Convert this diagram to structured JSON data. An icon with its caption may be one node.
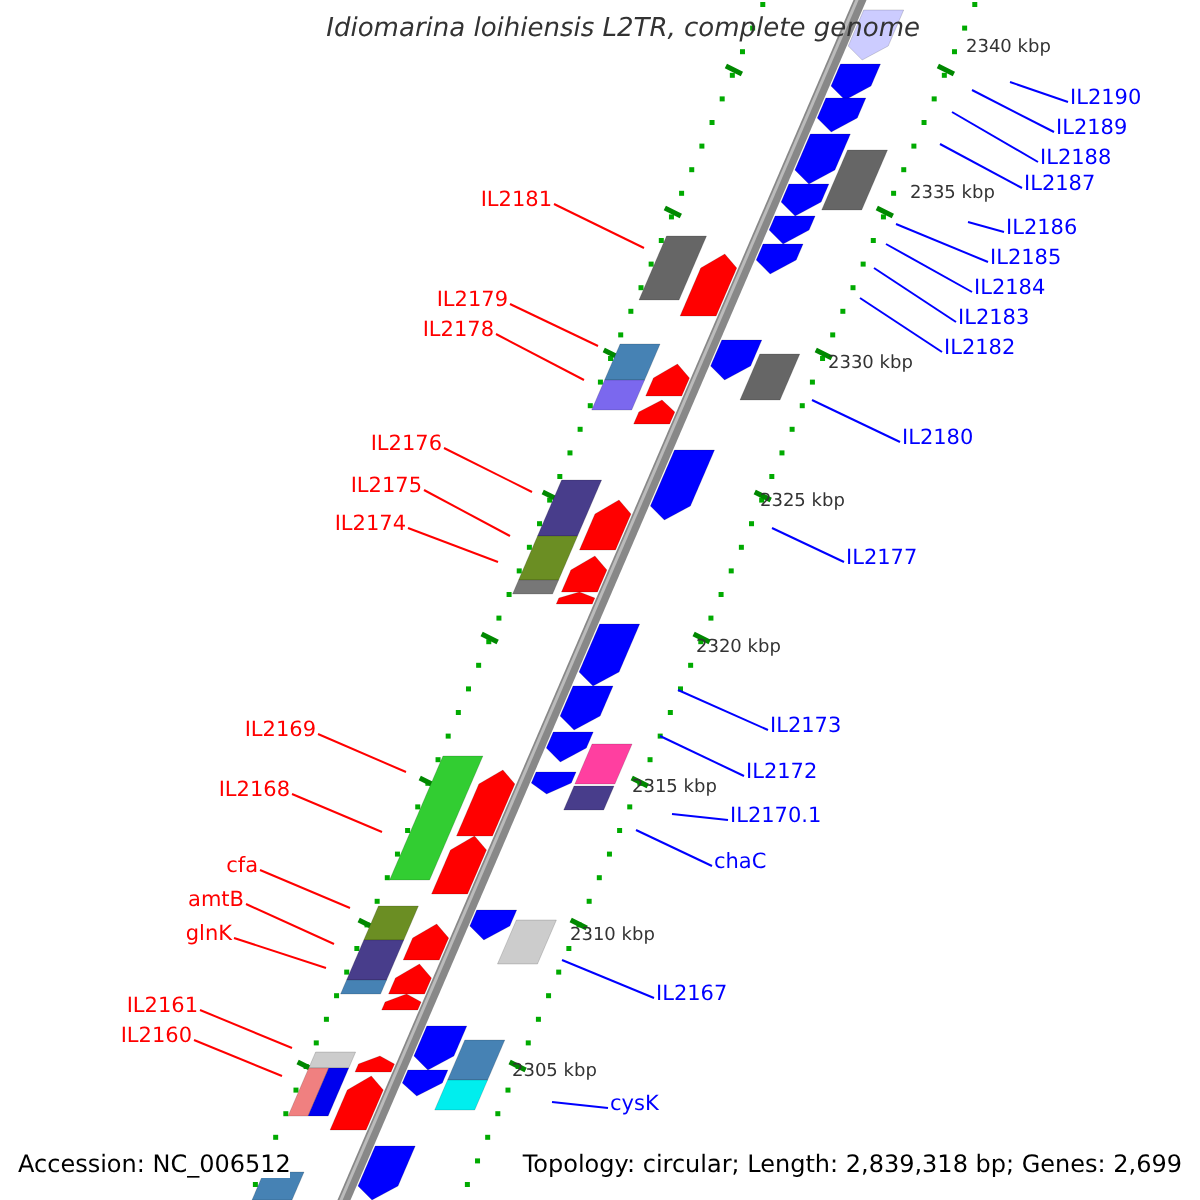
{
  "diagram": {
    "title": "Idiomarina loihiensis L2TR, complete genome",
    "nodes": [
      {
        "text": [
          "IL2190"
        ]
      },
      {
        "text": [
          "IL2189"
        ]
      },
      {
        "text": [
          "IL2188"
        ]
      },
      {
        "text": [
          "IL2187"
        ]
      },
      {
        "text": [
          "IL2181"
        ]
      },
      {
        "text": [
          "IL2186"
        ]
      },
      {
        "text": [
          "IL2185"
        ]
      },
      {
        "text": [
          "IL2184"
        ]
      },
      {
        "text": [
          "IL2179"
        ]
      },
      {
        "text": [
          "IL2183"
        ]
      },
      {
        "text": [
          "IL2178"
        ]
      },
      {
        "text": [
          "IL2182"
        ]
      },
      {
        "text": [
          "IL2180"
        ]
      },
      {
        "text": [
          "IL2176"
        ]
      },
      {
        "text": [
          "IL2175"
        ]
      },
      {
        "text": [
          "IL2174"
        ]
      },
      {
        "text": [
          "IL2177"
        ]
      },
      {
        "text": [
          "IL2173"
        ]
      },
      {
        "text": [
          "IL2169"
        ]
      },
      {
        "text": [
          "IL2172"
        ]
      },
      {
        "text": [
          "IL2168"
        ]
      },
      {
        "text": [
          "IL2170.1"
        ]
      },
      {
        "text": [
          "chaC"
        ]
      },
      {
        "text": [
          "cfa"
        ]
      },
      {
        "text": [
          "amtB"
        ]
      },
      {
        "text": [
          "glnK"
        ]
      },
      {
        "text": [
          "IL2167"
        ]
      },
      {
        "text": [
          "IL2161"
        ]
      },
      {
        "text": [
          "IL2160"
        ]
      },
      {
        "text": [
          "cysK"
        ]
      }
    ],
    "edges": [
      {
        "from": 0,
        "to": null,
        "arrow": "none"
      },
      {
        "from": 1,
        "to": null,
        "arrow": "none"
      },
      {
        "from": 2,
        "to": null,
        "arrow": "none"
      },
      {
        "from": 3,
        "to": null,
        "arrow": "none"
      },
      {
        "from": 4,
        "to": null,
        "arrow": "none",
        "color": "#ff0000"
      },
      {
        "from": 5,
        "to": null,
        "arrow": "none"
      },
      {
        "from": 6,
        "to": null,
        "arrow": "none"
      },
      {
        "from": 7,
        "to": null,
        "arrow": "none"
      },
      {
        "from": 8,
        "to": null,
        "arrow": "none",
        "color": "#ff0000"
      },
      {
        "from": 9,
        "to": null,
        "arrow": "none"
      },
      {
        "from": 10,
        "to": null,
        "arrow": "none",
        "color": "#ff0000"
      },
      {
        "from": 11,
        "to": null,
        "arrow": "none"
      },
      {
        "from": 12,
        "to": null,
        "arrow": "none"
      },
      {
        "from": 13,
        "to": null,
        "arrow": "none",
        "color": "#ff0000"
      },
      {
        "from": 14,
        "to": null,
        "arrow": "none",
        "color": "#ff0000"
      },
      {
        "from": 15,
        "to": null,
        "arrow": "none",
        "color": "#ff0000"
      },
      {
        "from": 16,
        "to": null,
        "arrow": "none"
      },
      {
        "from": 17,
        "to": null,
        "arrow": "none"
      },
      {
        "from": 18,
        "to": null,
        "arrow": "none",
        "color": "#ff0000"
      },
      {
        "from": 19,
        "to": null,
        "arrow": "none"
      },
      {
        "from": 20,
        "to": null,
        "arrow": "none",
        "color": "#ff0000"
      },
      {
        "from": 21,
        "to": null,
        "arrow": "none"
      },
      {
        "from": 22,
        "to": null,
        "arrow": "none"
      },
      {
        "from": 23,
        "to": null,
        "arrow": "none",
        "color": "#ff0000"
      },
      {
        "from": 24,
        "to": null,
        "arrow": "none",
        "color": "#ff0000"
      },
      {
        "from": 25,
        "to": null,
        "arrow": "none",
        "color": "#ff0000"
      },
      {
        "from": 26,
        "to": null,
        "arrow": "none"
      },
      {
        "from": 27,
        "to": null,
        "arrow": "none",
        "color": "#ff0000"
      },
      {
        "from": 28,
        "to": null,
        "arrow": "none",
        "color": "#ff0000"
      },
      {
        "from": 29,
        "to": null,
        "arrow": "none"
      }
    ],
    "labels": [
      "2340 kbp",
      "2335 kbp",
      "2330 kbp",
      "2325 kbp",
      "2320 kbp",
      "2315 kbp",
      "2310 kbp",
      "2305 kbp",
      "Accession: NC_006512",
      "Topology: circular; Length: 2,839,318 bp; Genes: 2,699"
    ]
  }
}
